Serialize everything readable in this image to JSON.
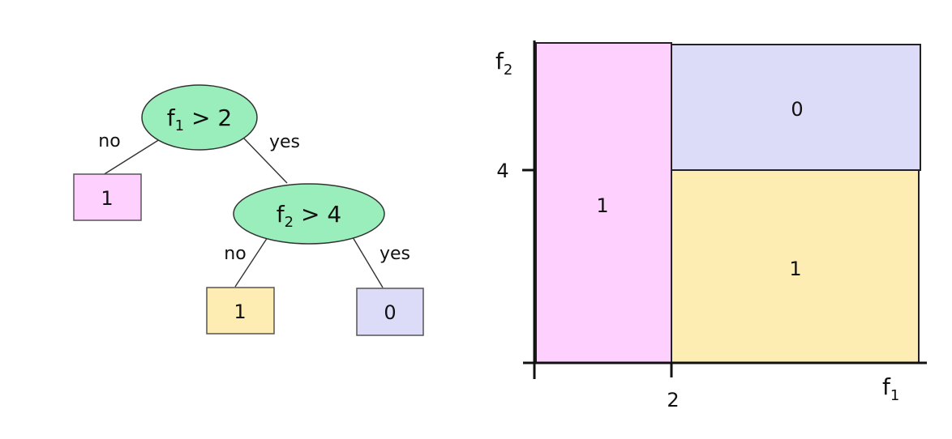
{
  "colors": {
    "node": "#99eebb",
    "leaf_pink": "#fdd0fd",
    "leaf_yellow": "#fdedb3",
    "leaf_lavender": "#dcdcf8"
  },
  "tree": {
    "root": {
      "feature": "f",
      "sub": "1",
      "cond": " > 2"
    },
    "root_no": "no",
    "root_yes": "yes",
    "leaf_left": "1",
    "child": {
      "feature": "f",
      "sub": "2",
      "cond": " > 4"
    },
    "child_no": "no",
    "child_yes": "yes",
    "leaf_mid": "1",
    "leaf_right": "0"
  },
  "plot": {
    "y_axis": {
      "name": "f",
      "sub": "2",
      "tick": "4"
    },
    "x_axis": {
      "name": "f",
      "sub": "1",
      "tick": "2"
    },
    "regions": {
      "left": "1",
      "top_right": "0",
      "bottom_right": "1"
    }
  }
}
